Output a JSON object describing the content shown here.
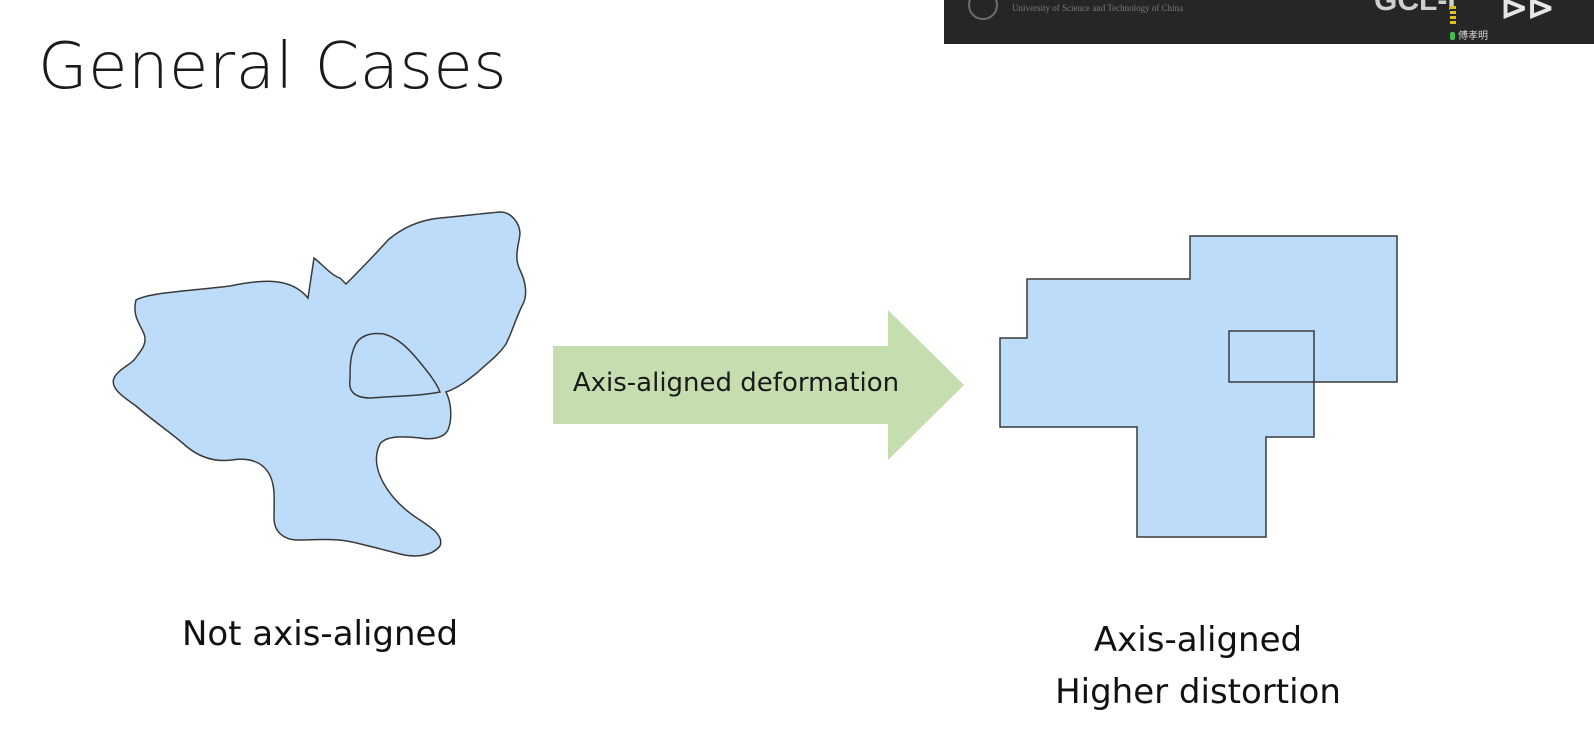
{
  "slide": {
    "title": "General Cases",
    "left_caption": "Not axis-aligned",
    "arrow_label": "Axis-aligned deformation",
    "right_caption_line1": "Axis-aligned",
    "right_caption_line2": "Higher distortion"
  },
  "video_overlay": {
    "university_name": "University of Science and Technology of China",
    "course_tag": "GCL-I",
    "speaker_name": "傅孝明"
  },
  "colors": {
    "shape_fill": "#bddcfa",
    "shape_stroke": "#3a3a3a",
    "arrow_fill": "#c5deb0",
    "overlay_bg": "#262626"
  }
}
